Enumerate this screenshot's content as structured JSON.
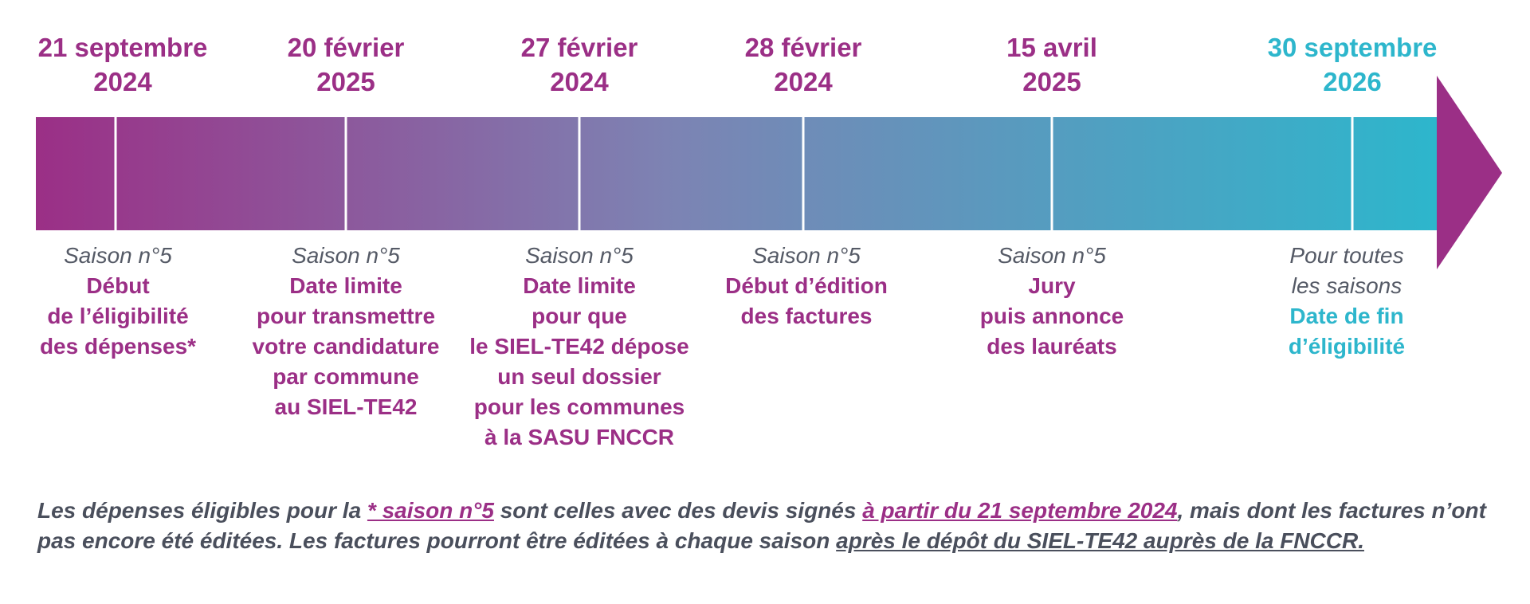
{
  "colors": {
    "purple": "#9b2f86",
    "teal": "#2db6cc",
    "grey": "#555a66"
  },
  "milestones": [
    {
      "date": [
        "21 septembre",
        "2024"
      ],
      "season": [
        "Saison n°5"
      ],
      "label": [
        "Début",
        "de l’éligibilité",
        "des dépenses*"
      ]
    },
    {
      "date": [
        "20 février",
        "2025"
      ],
      "season": [
        "Saison n°5"
      ],
      "label": [
        "Date limite",
        "pour transmettre",
        "votre candidature",
        "par commune",
        "au SIEL-TE42"
      ]
    },
    {
      "date": [
        "27 février",
        "2024"
      ],
      "season": [
        "Saison n°5"
      ],
      "label": [
        "Date limite",
        "pour que",
        "le SIEL-TE42 dépose",
        "un seul dossier",
        "pour les communes",
        "à la SASU FNCCR"
      ]
    },
    {
      "date": [
        "28 février",
        "2024"
      ],
      "season": [
        "Saison n°5"
      ],
      "label": [
        "Début d’édition",
        "des factures"
      ]
    },
    {
      "date": [
        "15 avril",
        "2025"
      ],
      "season": [
        "Saison n°5"
      ],
      "label": [
        "Jury",
        "puis annonce",
        "des lauréats"
      ]
    },
    {
      "date": [
        "30 septembre",
        "2026"
      ],
      "season": [
        "Pour toutes",
        "les saisons"
      ],
      "label": [
        "Date de fin",
        "d’éligibilité"
      ]
    }
  ],
  "note": {
    "p1": "Les dépenses éligibles pour la ",
    "p2": "* saison n°5",
    "p3": " sont celles avec des devis signés ",
    "p4": "à partir du 21 septembre 2024",
    "p5": ", mais dont les factures n’ont pas encore été éditées. Les factures pourront être éditées à chaque saison ",
    "p6": "après le dépôt du SIEL-TE42 auprès de la FNCCR."
  }
}
